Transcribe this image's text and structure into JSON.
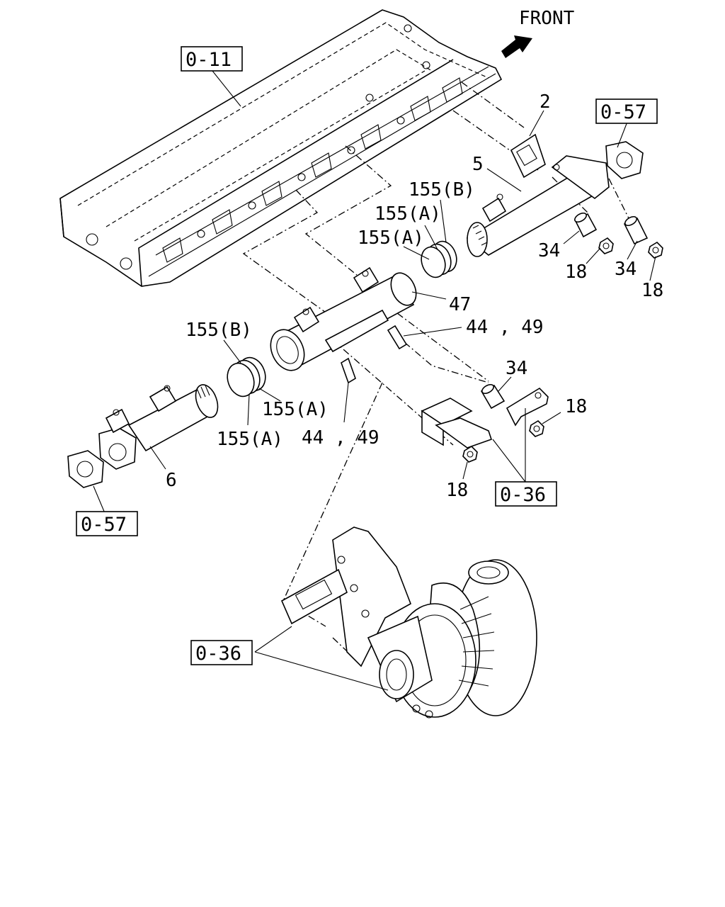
{
  "front_label": "FRONT",
  "refs": {
    "r011": "0-11",
    "r057a": "0-57",
    "r057b": "0-57",
    "r036a": "0-36",
    "r036b": "0-36"
  },
  "callouts": {
    "c2": "2",
    "c5": "5",
    "c6": "6",
    "c47": "47",
    "c155b_top": "155(B)",
    "c155a_top1": "155(A)",
    "c155a_top2": "155(A)",
    "c155b_left": "155(B)",
    "c155a_left1": "155(A)",
    "c155a_left2": "155(A)",
    "c4449_a": "44 , 49",
    "c4449_b": "44 , 49",
    "c34_a": "34",
    "c34_b": "34",
    "c34_c": "34",
    "c18_a": "18",
    "c18_b": "18",
    "c18_c": "18",
    "c18_d": "18"
  }
}
